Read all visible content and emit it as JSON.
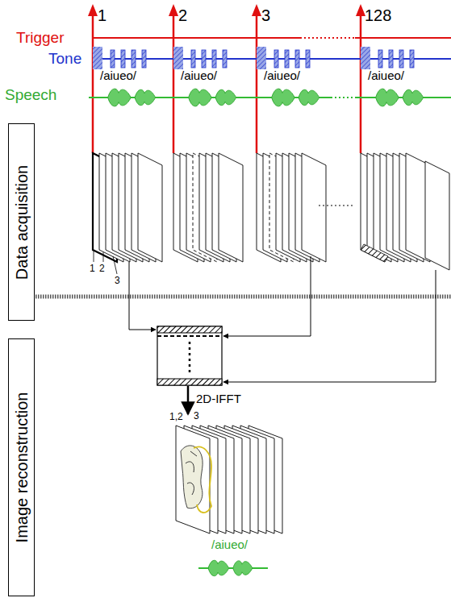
{
  "diagram": {
    "nodes": [
      {
        "text": [
          "Data acquisition"
        ]
      },
      {
        "text": [
          "Image reconstruction"
        ]
      }
    ],
    "labels": [
      "Trigger",
      "Tone",
      "Speech",
      "1",
      "2",
      "3",
      "128",
      "/aiueo/",
      "/aiueo/",
      "/aiueo/",
      "/aiueo/",
      "1",
      "2",
      "3",
      "2D-IFFT",
      "1,2",
      "3",
      "/aiueo/"
    ]
  }
}
